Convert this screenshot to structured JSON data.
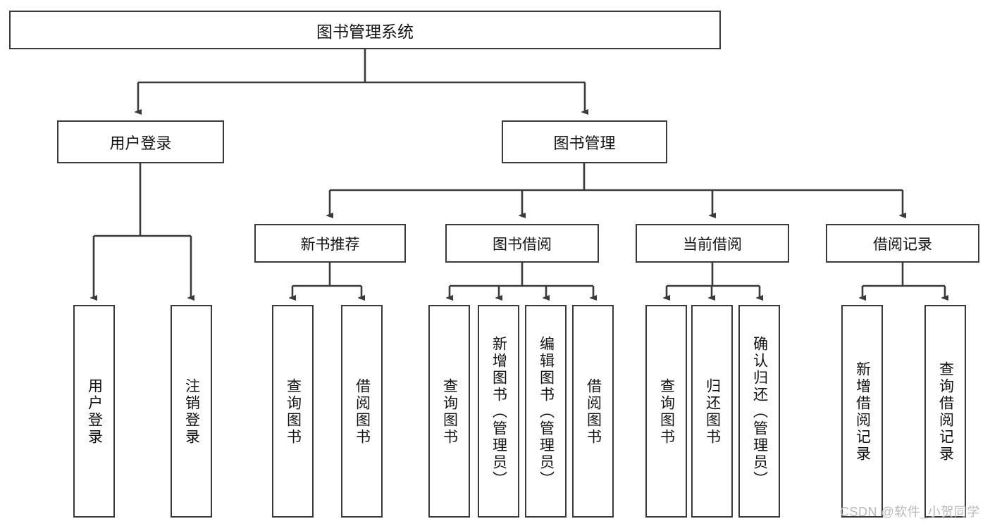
{
  "diagram": {
    "title": "图书管理系统",
    "watermark": "CSDN @软件_小贺同学",
    "colors": {
      "stroke": "#3a3a3a",
      "fill": "#ffffff",
      "text": "#111111",
      "watermark": "#b9b9b9"
    },
    "root": {
      "label": "图书管理系统"
    },
    "level2": [
      {
        "label": "用户登录"
      },
      {
        "label": "图书管理"
      }
    ],
    "level3": [
      {
        "label": "新书推荐"
      },
      {
        "label": "图书借阅"
      },
      {
        "label": "当前借阅"
      },
      {
        "label": "借阅记录"
      }
    ],
    "leaves": {
      "user_login": [
        {
          "label": "用户登录"
        },
        {
          "label": "注销登录"
        }
      ],
      "new_book": [
        {
          "label": "查询图书"
        },
        {
          "label": "借阅图书"
        }
      ],
      "borrow_book": [
        {
          "label": "查询图书"
        },
        {
          "label": "新增图书（管理员）"
        },
        {
          "label": "编辑图书（管理员）"
        },
        {
          "label": "借阅图书"
        }
      ],
      "current_borrow": [
        {
          "label": "查询图书"
        },
        {
          "label": "归还图书"
        },
        {
          "label": "确认归还（管理员）"
        }
      ],
      "borrow_record": [
        {
          "label": "新增借阅记录"
        },
        {
          "label": "查询借阅记录"
        }
      ]
    }
  }
}
